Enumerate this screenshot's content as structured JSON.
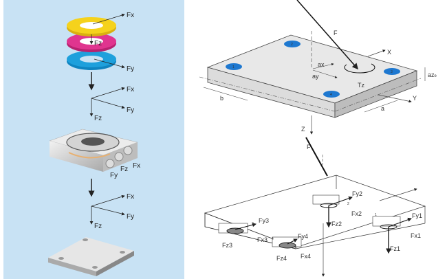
{
  "left_panel": {
    "background": "#c8e2f4",
    "rings": {
      "colors": [
        "#f5d21c",
        "#e0358f",
        "#1ea0dc"
      ],
      "fx": "Fx",
      "fz": "Fz",
      "fy": "Fy"
    },
    "axes_top": {
      "fx": "Fx",
      "fy": "Fy",
      "fz": "Fz"
    },
    "sensor": {
      "fy": "Fy",
      "fz": "Fz",
      "fx": "Fx"
    },
    "axes_bottom": {
      "fx": "Fx",
      "fy": "Fy",
      "fz": "Fz"
    }
  },
  "right_top": {
    "force": "F",
    "x_axis": "X",
    "y_axis": "Y",
    "z_axis": "Z",
    "torque": "Tz",
    "ax": "ax",
    "ay": "ay",
    "az": "az",
    "az_sub": "e",
    "b": "b",
    "a": "a",
    "hole_color": "#1e78d0",
    "hole_numbers": [
      "1",
      "2",
      "3",
      "4"
    ]
  },
  "right_bottom": {
    "force": "F",
    "sensors": [
      {
        "num": "1",
        "fx": "Fx1",
        "fy": "Fy1",
        "fz": "Fz1"
      },
      {
        "num": "2",
        "fx": "Fx2",
        "fy": "Fy2",
        "fz": "Fz2"
      },
      {
        "num": "3",
        "fx": "Fx3",
        "fy": "Fy3",
        "fz": "Fz3"
      },
      {
        "num": "4",
        "fx": "Fx4",
        "fy": "Fy4",
        "fz": "Fz4"
      }
    ]
  }
}
